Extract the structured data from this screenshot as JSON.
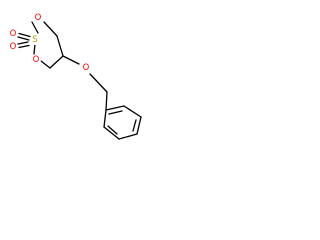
{
  "molecule": {
    "atoms": [
      {
        "symbol": "O",
        "color": "#ff0000"
      },
      {
        "symbol": "O",
        "color": "#ff0000"
      },
      {
        "symbol": "S",
        "color": "#b8a000"
      },
      {
        "symbol": "O",
        "color": "#ff0000"
      },
      {
        "symbol": "O",
        "color": "#ff0000"
      },
      {
        "symbol": "O",
        "color": "#ff0000"
      }
    ]
  }
}
